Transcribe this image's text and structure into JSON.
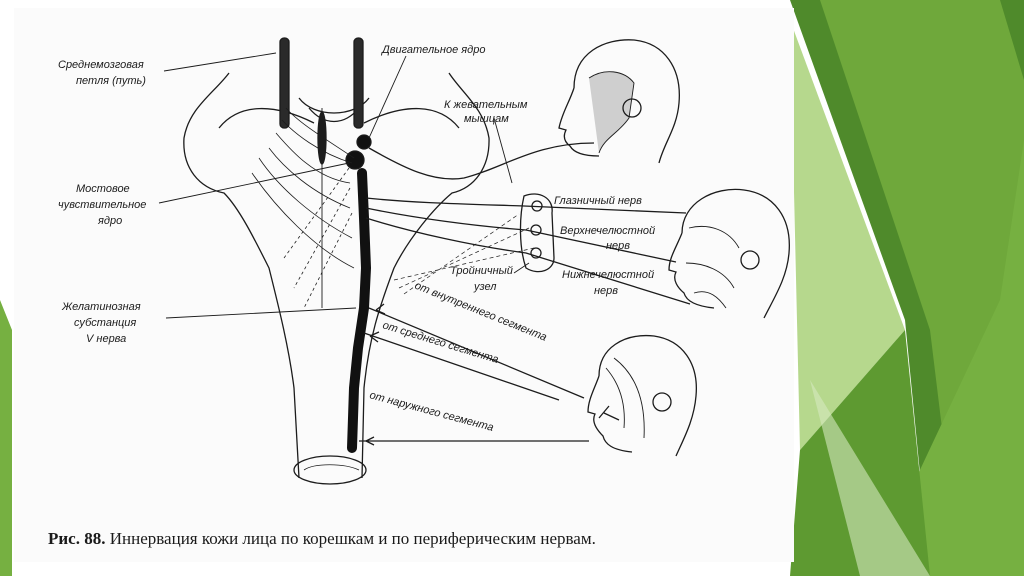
{
  "theme": {
    "green_dark": "#4f8a2b",
    "green_mid": "#76b041",
    "green_light": "#a9d179",
    "green_pale": "#d6eac0"
  },
  "labels": {
    "srednemozg_1": "Среднемозговая",
    "srednemozg_2": "петля (путь)",
    "motor_nucleus": "Двигательное ядро",
    "chew_1": "К жевательным",
    "chew_2": "мышцам",
    "pons_1": "Мостовое",
    "pons_2": "чувствительное",
    "pons_3": "ядро",
    "gel_1": "Желатинозная",
    "gel_2": "субстанция",
    "gel_3": "V нерва",
    "ophthalmic": "Глазничный нерв",
    "maxillary_1": "Верхнечелюстной",
    "maxillary_2": "нерв",
    "mandibular_1": "Нижнечелюстной",
    "mandibular_2": "нерв",
    "ganglion_1": "Тройничный",
    "ganglion_2": "узел",
    "inner_segment": "от внутреннего сегмента",
    "middle_segment": "от среднего сегмента",
    "outer_segment": "от наружного сегмента"
  },
  "caption": {
    "number": "Рис. 88.",
    "text": "Иннервация кожи лица по корешкам и по периферическим нервам."
  }
}
